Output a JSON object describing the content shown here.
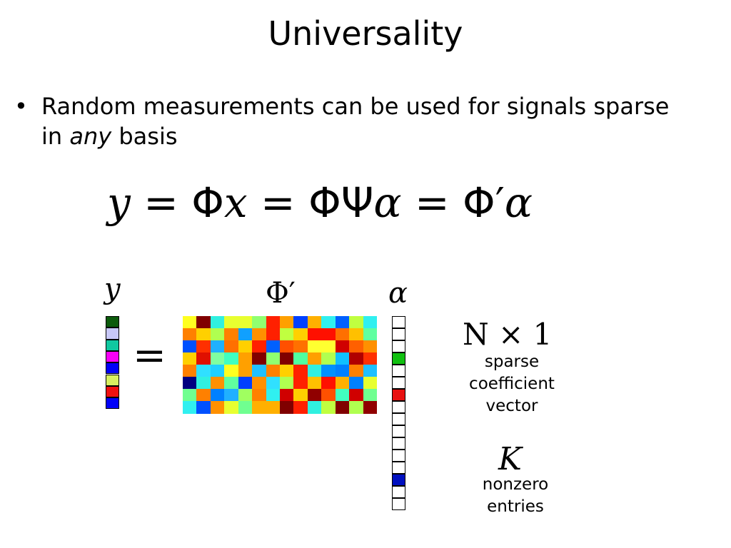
{
  "slide": {
    "title": "Universality",
    "bullet": {
      "before": "Random measurements can be used for signals sparse in ",
      "emph": "any",
      "after": " basis"
    }
  },
  "equation": {
    "parts": [
      "y",
      " = Φ",
      "x",
      " = ΦΨ",
      "α",
      " = Φ′",
      "α"
    ]
  },
  "diagram": {
    "y_label": "y",
    "phi_label": "Φ′",
    "alpha_label": "α",
    "equals": "=",
    "dims": "N × 1",
    "dims_caption": [
      "sparse",
      "coefficient",
      "vector"
    ],
    "k_label": "K",
    "k_caption": [
      "nonzero",
      "entries"
    ],
    "y_colors": [
      "#0c5b0c",
      "#c8c8f8",
      "#10c8a0",
      "#f800f8",
      "#0000f8",
      "#d8f060",
      "#f01010",
      "#0000f8"
    ],
    "alpha_colors": [
      "#ffffff",
      "#ffffff",
      "#ffffff",
      "#10c010",
      "#ffffff",
      "#ffffff",
      "#e81010",
      "#ffffff",
      "#ffffff",
      "#ffffff",
      "#ffffff",
      "#ffffff",
      "#ffffff",
      "#0010c0",
      "#ffffff",
      "#ffffff"
    ],
    "phi_colors": [
      [
        "#ffff20",
        "#800000",
        "#30f0e0",
        "#e8ff30",
        "#e8ff30",
        "#90ff70",
        "#ff2000",
        "#ffa000",
        "#0040ff",
        "#ffb000",
        "#30f0f0",
        "#0060ff",
        "#c0ff40",
        "#30f0f0"
      ],
      [
        "#ff8000",
        "#ffd000",
        "#b0ff50",
        "#ff8000",
        "#10a0ff",
        "#ff9000",
        "#ff2000",
        "#c0ff40",
        "#ffd000",
        "#ff1000",
        "#ff1000",
        "#ff7000",
        "#ffc000",
        "#60ffa0"
      ],
      [
        "#0050ff",
        "#ff3000",
        "#20b0ff",
        "#ff7000",
        "#ffd000",
        "#ff2000",
        "#0060ff",
        "#ff5000",
        "#ff7000",
        "#ffff30",
        "#ffff30",
        "#d00000",
        "#ff6000",
        "#ff9000"
      ],
      [
        "#ffd000",
        "#e01000",
        "#80ffa0",
        "#40ffc0",
        "#ffa000",
        "#800000",
        "#90ff70",
        "#800000",
        "#50ffa0",
        "#ffa000",
        "#b0ff50",
        "#10c0ff",
        "#b00000",
        "#ff3000"
      ],
      [
        "#ff8000",
        "#30e0ff",
        "#20d0ff",
        "#ffff20",
        "#ffa000",
        "#20c0ff",
        "#ff8000",
        "#ffd000",
        "#ff2000",
        "#30f0e0",
        "#0090ff",
        "#0080ff",
        "#ff8000",
        "#20c0ff"
      ],
      [
        "#000080",
        "#30f0e0",
        "#ff9000",
        "#60ffa0",
        "#0040ff",
        "#ff9000",
        "#30e0ff",
        "#b0ff50",
        "#ff2000",
        "#ffc000",
        "#ff1000",
        "#ffb000",
        "#0080ff",
        "#e8ff30"
      ],
      [
        "#70ff90",
        "#ff8000",
        "#0080ff",
        "#20b0ff",
        "#a0ff60",
        "#ff8000",
        "#30f0f0",
        "#d00000",
        "#ffd000",
        "#900000",
        "#ff5000",
        "#40ffc0",
        "#d00000",
        "#70ff90"
      ],
      [
        "#30f0f0",
        "#0050ff",
        "#ff9000",
        "#e8ff30",
        "#70ff90",
        "#ffb000",
        "#ffb000",
        "#800000",
        "#ff2000",
        "#30f0e0",
        "#c0ff40",
        "#800000",
        "#b0ff50",
        "#900000"
      ]
    ]
  }
}
